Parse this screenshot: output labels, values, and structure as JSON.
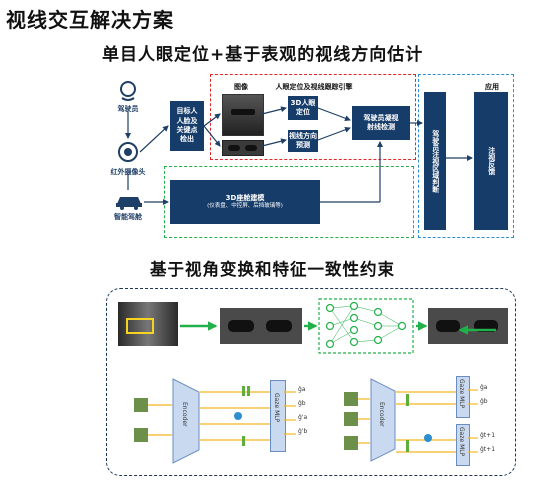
{
  "title": "视线交互解决方案",
  "section1": {
    "heading": "单目人眼定位+基于表观的视线方向估计",
    "left_labels": {
      "driver": "驾驶员",
      "camera": "红外摄像头",
      "cabin": "智能驾舱"
    },
    "box_face": "目标人\n人脸及\n关键点\n检出",
    "red_region_label": "人眼定位及视线跟踪引擎",
    "image_label": "图像",
    "box_3d_eye": "3D人眼\n定位",
    "box_gaze_pred": "视线方向\n预测",
    "box_ray": "驾驶员凝视\n射线检测",
    "box_model": "3D座舱建模",
    "box_model_sub": "(仪表盘、中控屏、后挡玻璃等)",
    "box_region": "驾驶员注视区域判断",
    "app_label": "应用",
    "box_feedback": "注视反馈"
  },
  "section2": {
    "heading": "基于视角变换和特征一致性约束",
    "encoder": "Encoder",
    "gaze_mlp": "Gaze MLP",
    "outputs_left": [
      "ĝa",
      "ĝb",
      "ĝ'a",
      "ĝ'b"
    ],
    "outputs_right": [
      "ĝa",
      "ĝb",
      "ĝt+1",
      "ĝt+1"
    ]
  },
  "colors": {
    "navy": "#163c6a",
    "red": "#e0282b",
    "green": "#22b04a",
    "blue": "#2e8fd0",
    "dark_dash": "#1c3557"
  }
}
